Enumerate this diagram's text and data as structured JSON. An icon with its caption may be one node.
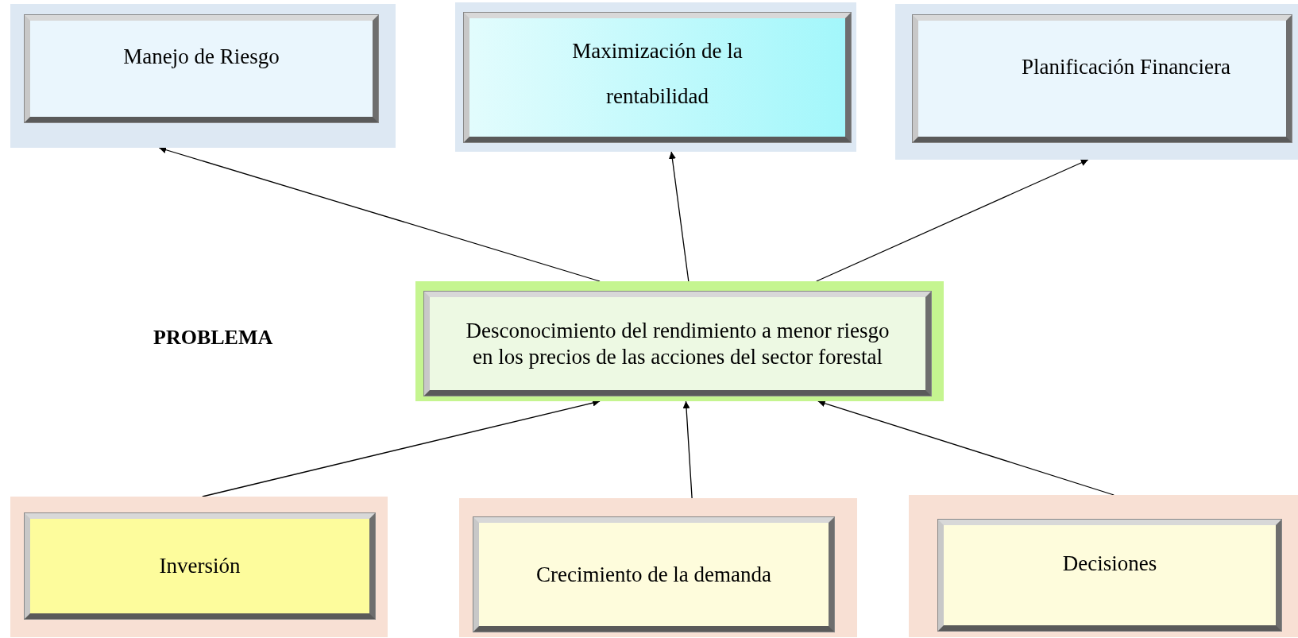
{
  "diagram": {
    "nodes": [
      {
        "text": [
          "Manejo de Riesgo"
        ]
      },
      {
        "text": [
          "Maximización de la rentabilidad"
        ]
      },
      {
        "text": [
          "Planificación Financiera"
        ]
      },
      {
        "text": [
          "Desconocimiento del rendimiento a menor riesgo en los precios de las acciones del sector forestal"
        ]
      },
      {
        "text": [
          "Inversión"
        ]
      },
      {
        "text": [
          "Crecimiento de la demanda"
        ]
      },
      {
        "text": [
          "Decisiones"
        ]
      }
    ],
    "edges": [
      {
        "from": 3,
        "to": 0,
        "arrow": "to"
      },
      {
        "from": 3,
        "to": 1,
        "arrow": "to"
      },
      {
        "from": 3,
        "to": 2,
        "arrow": "to"
      },
      {
        "from": 4,
        "to": 3,
        "arrow": "to"
      },
      {
        "from": 5,
        "to": 3,
        "arrow": "to"
      },
      {
        "from": 6,
        "to": 3,
        "arrow": "to"
      }
    ],
    "labels": [
      "PROBLEMA"
    ]
  }
}
